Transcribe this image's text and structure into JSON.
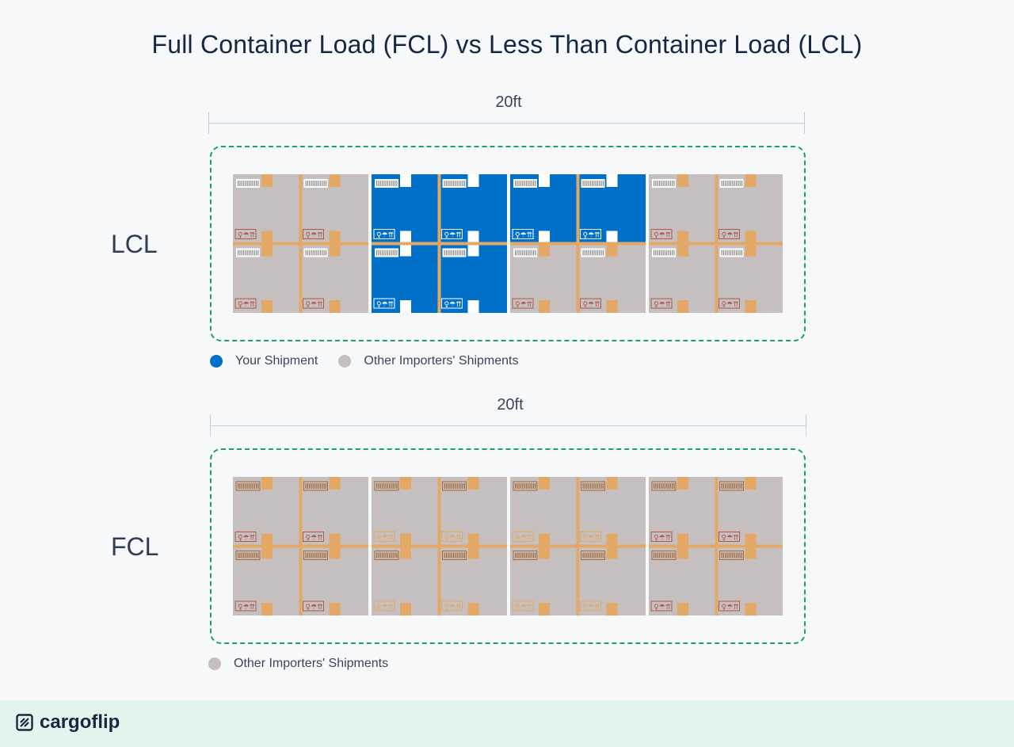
{
  "title": "Full Container Load (FCL) vs Less Than Container Load (LCL)",
  "lcl": {
    "label": "LCL",
    "dimension": "20ft",
    "blue_pattern": [
      [
        0,
        0,
        1,
        1,
        1,
        1,
        0,
        0
      ],
      [
        0,
        0,
        1,
        1,
        0,
        0,
        0,
        0
      ]
    ],
    "legend": [
      {
        "label": "Your Shipment",
        "color": "#0070c9"
      },
      {
        "label": "Other Importers' Shipments",
        "color": "#c6bfbf"
      }
    ]
  },
  "fcl": {
    "label": "FCL",
    "dimension": "20ft",
    "legend": [
      {
        "label": "Other Importers' Shipments",
        "color": "#c6bfbf"
      }
    ]
  },
  "colors": {
    "your_shipment": "#0070c9",
    "other_shipment": "#c6bfbf",
    "tape": "#e3a866",
    "container_border": "#1aa06a"
  },
  "brand": {
    "name": "cargoflip",
    "icon": "cargoflip-logo-icon"
  }
}
